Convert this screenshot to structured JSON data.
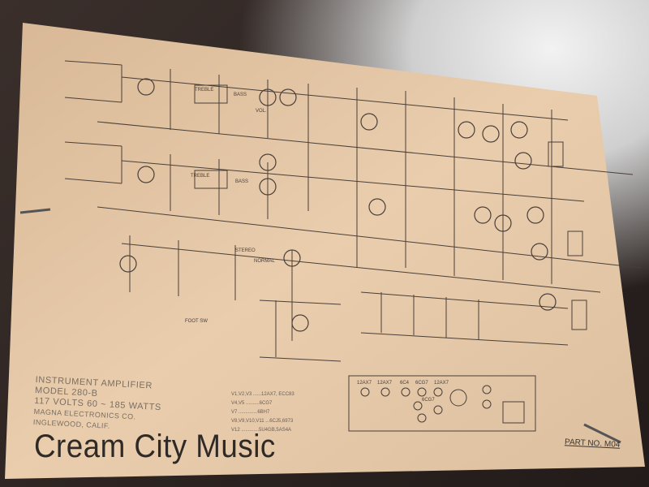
{
  "title_block": {
    "line1": "INSTRUMENT AMPLIFIER",
    "line2": "MODEL 280-B",
    "line3": "117 VOLTS 60 ~ 185 WATTS",
    "line4": "MAGNA ELECTRONICS CO.",
    "line5": "INGLEWOOD, CALIF."
  },
  "part_number": "PART NO. M04",
  "watermark": "Cream City Music",
  "tube_list": [
    "12AX7",
    "12AX7",
    "6C4",
    "6CG7",
    "6CG7",
    "12AX7"
  ],
  "tube_labels": {
    "v1": "V1,V2,V3 ......12AX7, ECC83",
    "v4": "V4,V5 ..........6CG7",
    "v7": "V7 ..............6BH7",
    "v8": "V8,V9,V10,V11 ...6CJ5,6973",
    "v12": "V12 .............5U4GB,5AS4A"
  },
  "annotations": {
    "foot_sw": "FOOT SW",
    "normal": "NORMAL",
    "stereo": "STEREO",
    "treble": "TREBLE",
    "bass": "BASS",
    "vol": "VOL.",
    "treble2": "TREBLE",
    "bass2": "BASS"
  },
  "colors": {
    "paper": "#e6c9a8",
    "ink": "#4a3f38",
    "label": "#2f2a26"
  }
}
